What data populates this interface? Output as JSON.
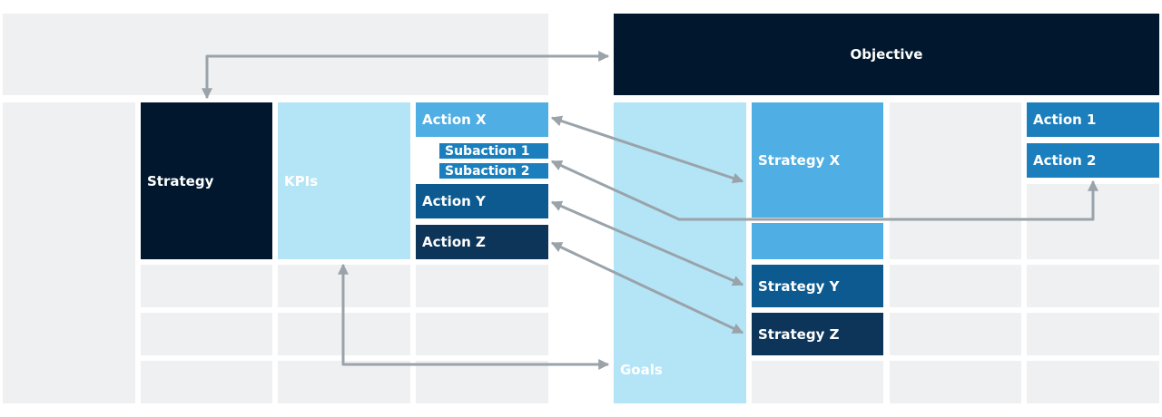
{
  "left_panel": {
    "strategy": "Strategy",
    "kpis": "KPIs",
    "action_x": "Action X",
    "subaction_1": "Subaction 1",
    "subaction_2": "Subaction 2",
    "action_y": "Action Y",
    "action_z": "Action Z"
  },
  "right_panel": {
    "objective": "Objective",
    "goals": "Goals",
    "strategy_x": "Strategy X",
    "strategy_y": "Strategy Y",
    "strategy_z": "Strategy Z",
    "action_1": "Action 1",
    "action_2": "Action 2"
  },
  "colors": {
    "navy": "#00172d",
    "pale_blue": "#b3e5f7",
    "sky_blue": "#4faee3",
    "mid_blue": "#1b7fbd",
    "deep_blue": "#0c5a90",
    "dark_blue": "#0c3559",
    "grid_gray": "#eff0f2",
    "arrow_gray": "#9aa3a9"
  }
}
